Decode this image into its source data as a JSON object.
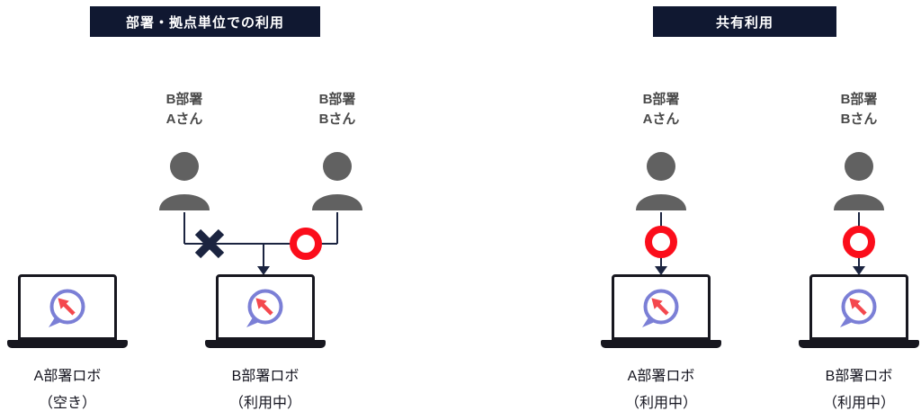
{
  "badges": {
    "department": "部署・拠点単位での利用",
    "shared": "共有利用"
  },
  "department_section": {
    "users": [
      {
        "dept": "B部署",
        "name": "Aさん",
        "access": "blocked"
      },
      {
        "dept": "B部署",
        "name": "Bさん",
        "access": "allowed"
      }
    ],
    "robots": [
      {
        "name": "A部署ロボ",
        "status": "（空き）"
      },
      {
        "name": "B部署ロボ",
        "status": "（利用中）"
      }
    ]
  },
  "shared_section": {
    "users": [
      {
        "dept": "B部署",
        "name": "Aさん",
        "access": "allowed"
      },
      {
        "dept": "B部署",
        "name": "Bさん",
        "access": "allowed"
      }
    ],
    "robots": [
      {
        "name": "A部署ロボ",
        "status": "（利用中）"
      },
      {
        "name": "B部署ロボ",
        "status": "（利用中）"
      }
    ]
  },
  "colors": {
    "badge_bg": "#101831",
    "connector_line": "#1b2440",
    "blocked_x": "#1b2440",
    "allowed_ring": "#fb0d1b",
    "person_gray": "#616161",
    "laptop_dark": "#17171f",
    "logo_ring": "#7b7fd6",
    "logo_arrow": "#f4484e"
  }
}
